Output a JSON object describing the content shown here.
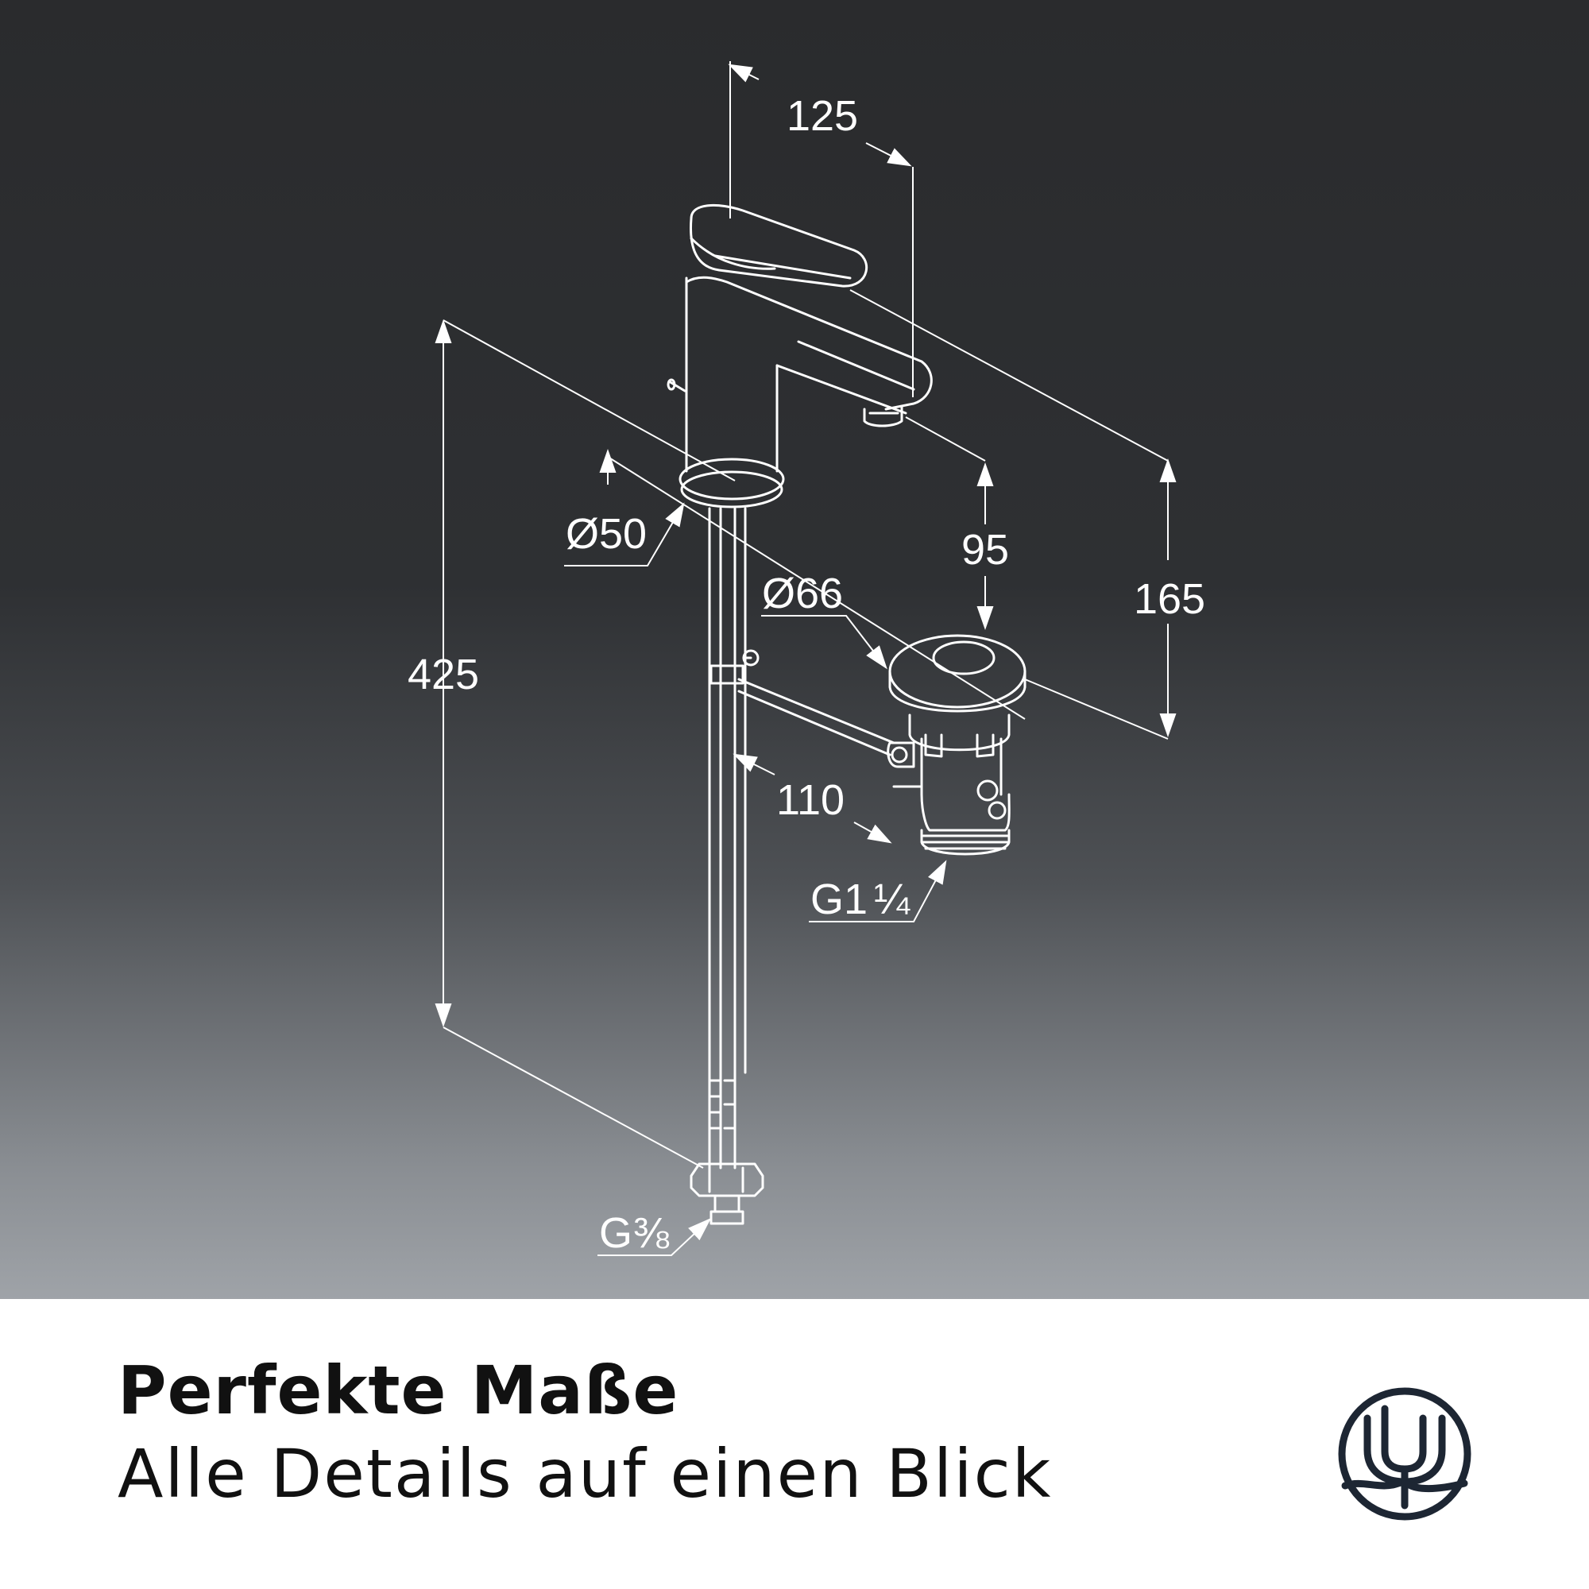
{
  "dimensions": {
    "width_125": "125",
    "diameter_50": "Ø50",
    "height_95": "95",
    "diameter_66": "Ø66",
    "height_165": "165",
    "height_425": "425",
    "depth_110": "110",
    "thread_g1": "G1",
    "thread_g1_fraction": "¼",
    "thread_g": "G",
    "thread_g_fraction": "⅜"
  },
  "caption": {
    "title": "Perfekte Maße",
    "subtitle": "Alle Details auf einen Blick"
  },
  "logo": {
    "icon": "kludi-trident-wave-icon",
    "color": "#1d2633"
  },
  "colors": {
    "line": "#ffffff",
    "background_top": "#2a2b2d",
    "background_bottom": "#9fa3a8"
  }
}
